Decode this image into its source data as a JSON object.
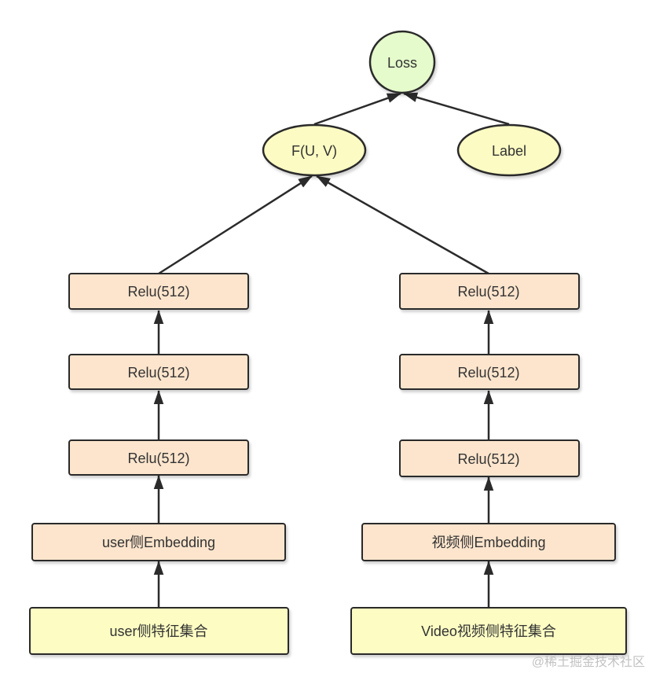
{
  "colors": {
    "ellipse_top": "#e5fbcb",
    "ellipse_mid": "#fbfbc3",
    "relu_box": "#fde5cd",
    "feature_box": "#fcfcc3",
    "stroke": "#2b2b2b",
    "watermark": "#c2c2c2"
  },
  "nodes": {
    "loss": "Loss",
    "f_uv": "F(U, V)",
    "label": "Label",
    "user_relu_3": "Relu(512)",
    "user_relu_2": "Relu(512)",
    "user_relu_1": "Relu(512)",
    "user_embedding": "user侧Embedding",
    "user_features": "user侧特征集合",
    "video_relu_3": "Relu(512)",
    "video_relu_2": "Relu(512)",
    "video_relu_1": "Relu(512)",
    "video_embedding": "视频侧Embedding",
    "video_features": "Video视频侧特征集合"
  },
  "watermark": "@稀土掘金技术社区"
}
